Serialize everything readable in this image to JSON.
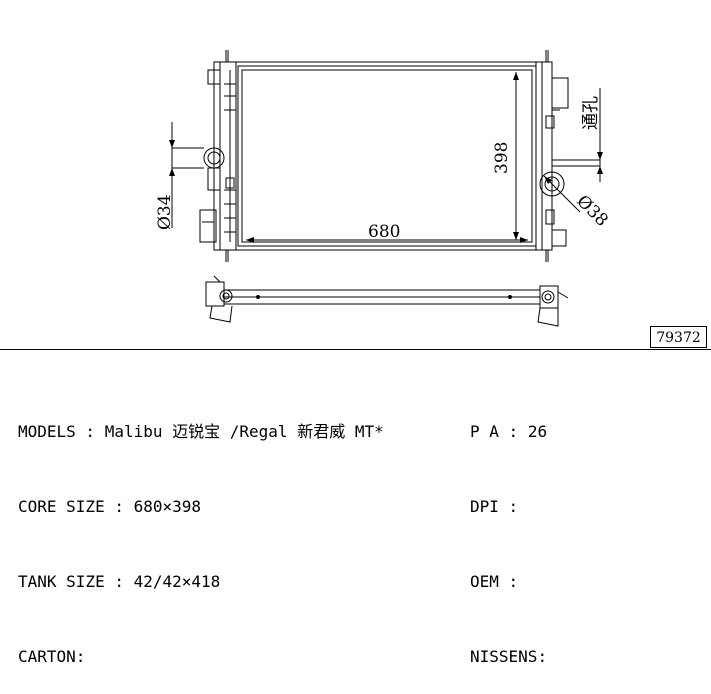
{
  "drawing": {
    "dim_width": "680",
    "dim_height": "398",
    "dim_inlet": "Ø34",
    "dim_outlet": "Ø38",
    "vent_note": "通孔"
  },
  "code": "79372",
  "specs_left": [
    {
      "label": "MODELS",
      "sep": " : ",
      "value": "Malibu 迈锐宝 /Regal 新君威 MT*"
    },
    {
      "label": "CORE SIZE",
      "sep": " : ",
      "value": "680×398"
    },
    {
      "label": "TANK SIZE",
      "sep": " : ",
      "value": "42/42×418"
    },
    {
      "label": "CARTON",
      "sep": ":",
      "value": ""
    }
  ],
  "specs_right": [
    {
      "label": "P A",
      "sep": " : ",
      "value": "26"
    },
    {
      "label": "DPI",
      "sep": " :",
      "value": ""
    },
    {
      "label": "OEM",
      "sep": " :",
      "value": ""
    },
    {
      "label": "NISSENS",
      "sep": ":",
      "value": ""
    }
  ]
}
